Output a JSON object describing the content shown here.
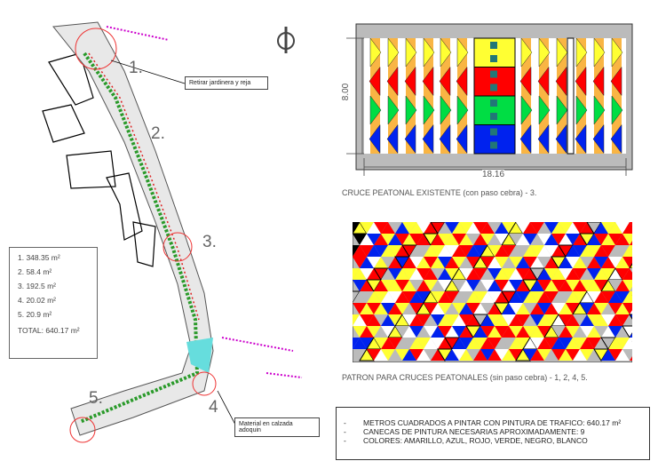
{
  "map": {
    "markers": [
      "1.",
      "2.",
      "3.",
      "4",
      "5."
    ],
    "callouts": [
      "Retirar jardinera y reja",
      "Material en calzada adoquin"
    ]
  },
  "areas": {
    "items": [
      "1. 348.35 m²",
      "2. 58.4 m²",
      "3. 192.5 m²",
      "4. 20.02 m²",
      "5. 20.9 m²"
    ],
    "total": "TOTAL: 640.17 m²"
  },
  "crosswalk": {
    "height_dim": "8.00",
    "width_dim": "18.16",
    "caption": "CRUCE PEATONAL EXISTENTE (con paso cebra) - 3."
  },
  "pattern": {
    "caption": "PATRON PARA CRUCES PEATONALES (sin paso cebra) - 1, 2, 4, 5."
  },
  "notes": {
    "bullet": "-",
    "lines": [
      "METROS CUADRADOS A PINTAR CON PINTURA DE TRAFICO: 640.17 m²",
      "CANECAS DE PINTURA NECESARIAS APROXIMADAMENTE: 9",
      "COLORES: AMARILLO, AZUL, ROJO, VERDE, NEGRO, BLANCO"
    ]
  },
  "colors": {
    "yellow": "#ffff33",
    "red": "#ff0000",
    "green": "#00dd44",
    "blue": "#0022ee",
    "orange": "#f9b544",
    "gray": "#bbbbbb"
  }
}
